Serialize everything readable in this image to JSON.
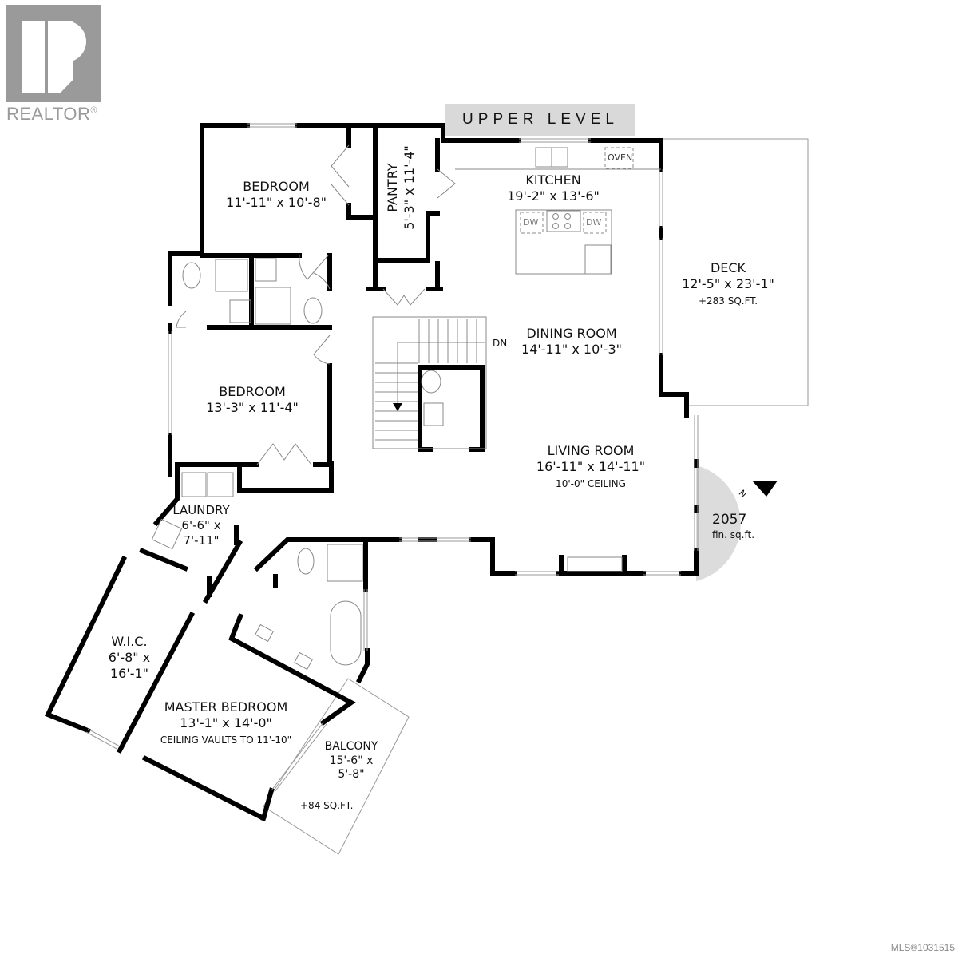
{
  "branding": {
    "logo_letter": "R",
    "logo_word": "REALTOR",
    "logo_mark": "®"
  },
  "plan": {
    "level": "UPPER LEVEL",
    "stairs_label": "DN",
    "total": {
      "value": "2057",
      "unit": "fin. sq.ft."
    },
    "north_label": "N"
  },
  "rooms": {
    "bedroom1": {
      "name": "BEDROOM",
      "dims": "11'-11\" x 10'-8\""
    },
    "pantry": {
      "name": "PANTRY",
      "dims": "5'-3\" x 11'-4\""
    },
    "kitchen": {
      "name": "KITCHEN",
      "dims": "19'-2\" x 13'-6\"",
      "fixtures": {
        "oven": "OVEN",
        "dw_left": "DW",
        "dw_right": "DW"
      }
    },
    "deck": {
      "name": "DECK",
      "dims": "12'-5\" x 23'-1\"",
      "note": "+283 SQ.FT."
    },
    "dining": {
      "name": "DINING ROOM",
      "dims": "14'-11\" x 10'-3\""
    },
    "bedroom2": {
      "name": "BEDROOM",
      "dims": "13'-3\" x 11'-4\""
    },
    "living": {
      "name": "LIVING ROOM",
      "dims": "16'-11\" x 14'-11\"",
      "note": "10'-0\" CEILING"
    },
    "laundry": {
      "name": "LAUNDRY",
      "dims_line1": "6'-6\" x",
      "dims_line2": "7'-11\""
    },
    "wic": {
      "name": "W.I.C.",
      "dims_line1": "6'-8\" x",
      "dims_line2": "16'-1\""
    },
    "master": {
      "name": "MASTER BEDROOM",
      "dims": "13'-1\" x 14'-0\"",
      "note": "CEILING VAULTS TO 11'-10\""
    },
    "balcony": {
      "name": "BALCONY",
      "dims_line1": "15'-6\" x",
      "dims_line2": "5'-8\"",
      "note": "+84 SQ.FT."
    }
  },
  "footer": {
    "mls": "MLS®1031515"
  },
  "colors": {
    "wall": "#000000",
    "banner": "#d9d9d9",
    "logo": "#9a9a9a",
    "compass": "#dcdcdc",
    "fixture": "#888888"
  }
}
